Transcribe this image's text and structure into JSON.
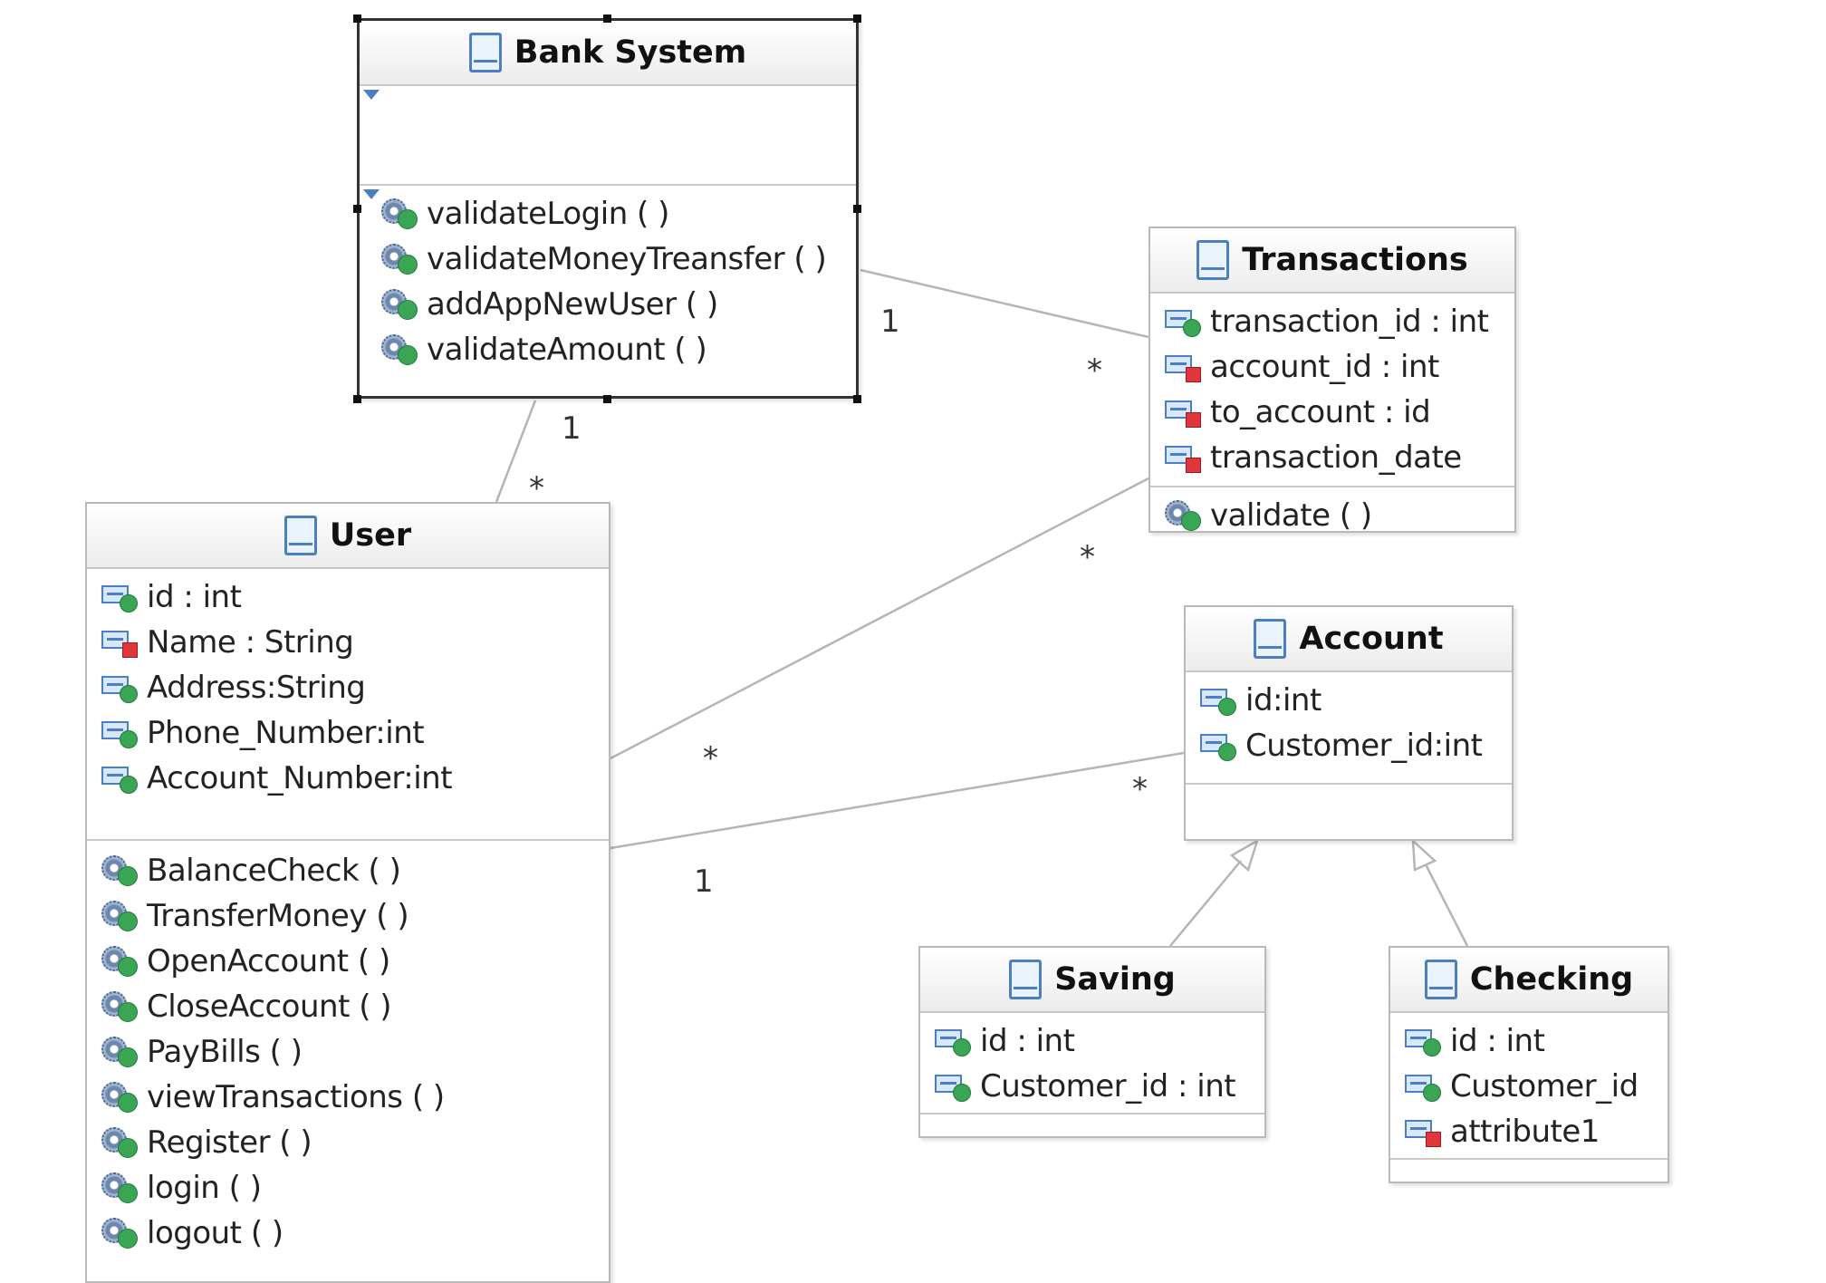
{
  "classes": {
    "bank_system": {
      "name": "Bank System",
      "methods": [
        "validateLogin ( )",
        "validateMoneyTreansfer ( )",
        "addAppNewUser ( )",
        "validateAmount ( )"
      ]
    },
    "transactions": {
      "name": "Transactions",
      "attributes": [
        "transaction_id : int",
        "account_id : int",
        "to_account : id",
        "transaction_date"
      ],
      "attribute_visibility": [
        "public",
        "private",
        "private",
        "private"
      ],
      "methods": [
        "validate ( )"
      ]
    },
    "user": {
      "name": "User",
      "attributes": [
        "id : int",
        "Name : String",
        "Address:String",
        "Phone_Number:int",
        "Account_Number:int"
      ],
      "attribute_visibility": [
        "public",
        "private",
        "public",
        "public",
        "public"
      ],
      "methods": [
        "BalanceCheck ( )",
        "TransferMoney ( )",
        "OpenAccount ( )",
        "CloseAccount ( )",
        "PayBills ( )",
        "viewTransactions ( )",
        "Register ( )",
        "login ( )",
        "logout ( )"
      ]
    },
    "account": {
      "name": "Account",
      "attributes": [
        "id:int",
        "Customer_id:int"
      ],
      "attribute_visibility": [
        "public",
        "public"
      ]
    },
    "saving": {
      "name": "Saving",
      "attributes": [
        "id : int",
        "Customer_id : int"
      ],
      "attribute_visibility": [
        "public",
        "public"
      ]
    },
    "checking": {
      "name": "Checking",
      "attributes": [
        "id : int",
        "Customer_id",
        "attribute1"
      ],
      "attribute_visibility": [
        "public",
        "public",
        "private"
      ]
    }
  },
  "associations": [
    {
      "from": "Bank System",
      "to": "Transactions",
      "from_mult": "1",
      "to_mult": "*"
    },
    {
      "from": "Bank System",
      "to": "User",
      "from_mult": "1",
      "to_mult": "*"
    },
    {
      "from": "User",
      "to": "Transactions",
      "from_mult": "*",
      "to_mult": "*"
    },
    {
      "from": "User",
      "to": "Account",
      "from_mult": "1",
      "to_mult": "*"
    }
  ],
  "generalizations": [
    {
      "child": "Saving",
      "parent": "Account"
    },
    {
      "child": "Checking",
      "parent": "Account"
    }
  ],
  "colors": {
    "class_icon": "#4a7fc1",
    "public_marker": "#3aa655",
    "private_marker": "#e0353a",
    "connector": "#b5b5b5"
  },
  "icons": {
    "class": "class-icon",
    "attribute": "attribute-icon",
    "operation": "operation-gear-icon",
    "public": "public-visibility-icon",
    "private": "private-visibility-icon"
  }
}
